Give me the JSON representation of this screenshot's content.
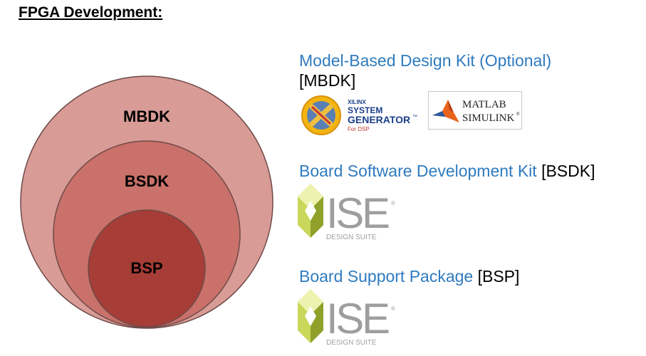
{
  "page": {
    "title": "FPGA Development:"
  },
  "diagram": {
    "rings": [
      {
        "label": "MBDK",
        "color": "#d99b96"
      },
      {
        "label": "BSDK",
        "color": "#c9716a"
      },
      {
        "label": "BSP",
        "color": "#a63d36"
      }
    ],
    "stroke_color": "#6e4a48"
  },
  "sections": {
    "mbdk": {
      "title": "Model-Based Design Kit (Optional)",
      "abbr": "[MBDK]",
      "logos": {
        "xilinx": {
          "line1": "XILINX",
          "line2": "SYSTEM",
          "line3": "GENERATOR",
          "tm": "™",
          "line4": "For DSP"
        },
        "matlab": {
          "line1": "MATLAB",
          "line2": "SIMULINK",
          "reg": "®"
        }
      }
    },
    "bsdk": {
      "title": "Board Software Development Kit",
      "abbr": "[BSDK]",
      "logo": {
        "main": "ISE",
        "reg": "®",
        "sub": "DESIGN SUITE"
      }
    },
    "bsp": {
      "title": "Board Support Package",
      "abbr": "[BSP]",
      "logo": {
        "main": "ISE",
        "reg": "®",
        "sub": "DESIGN SUITE"
      }
    }
  }
}
